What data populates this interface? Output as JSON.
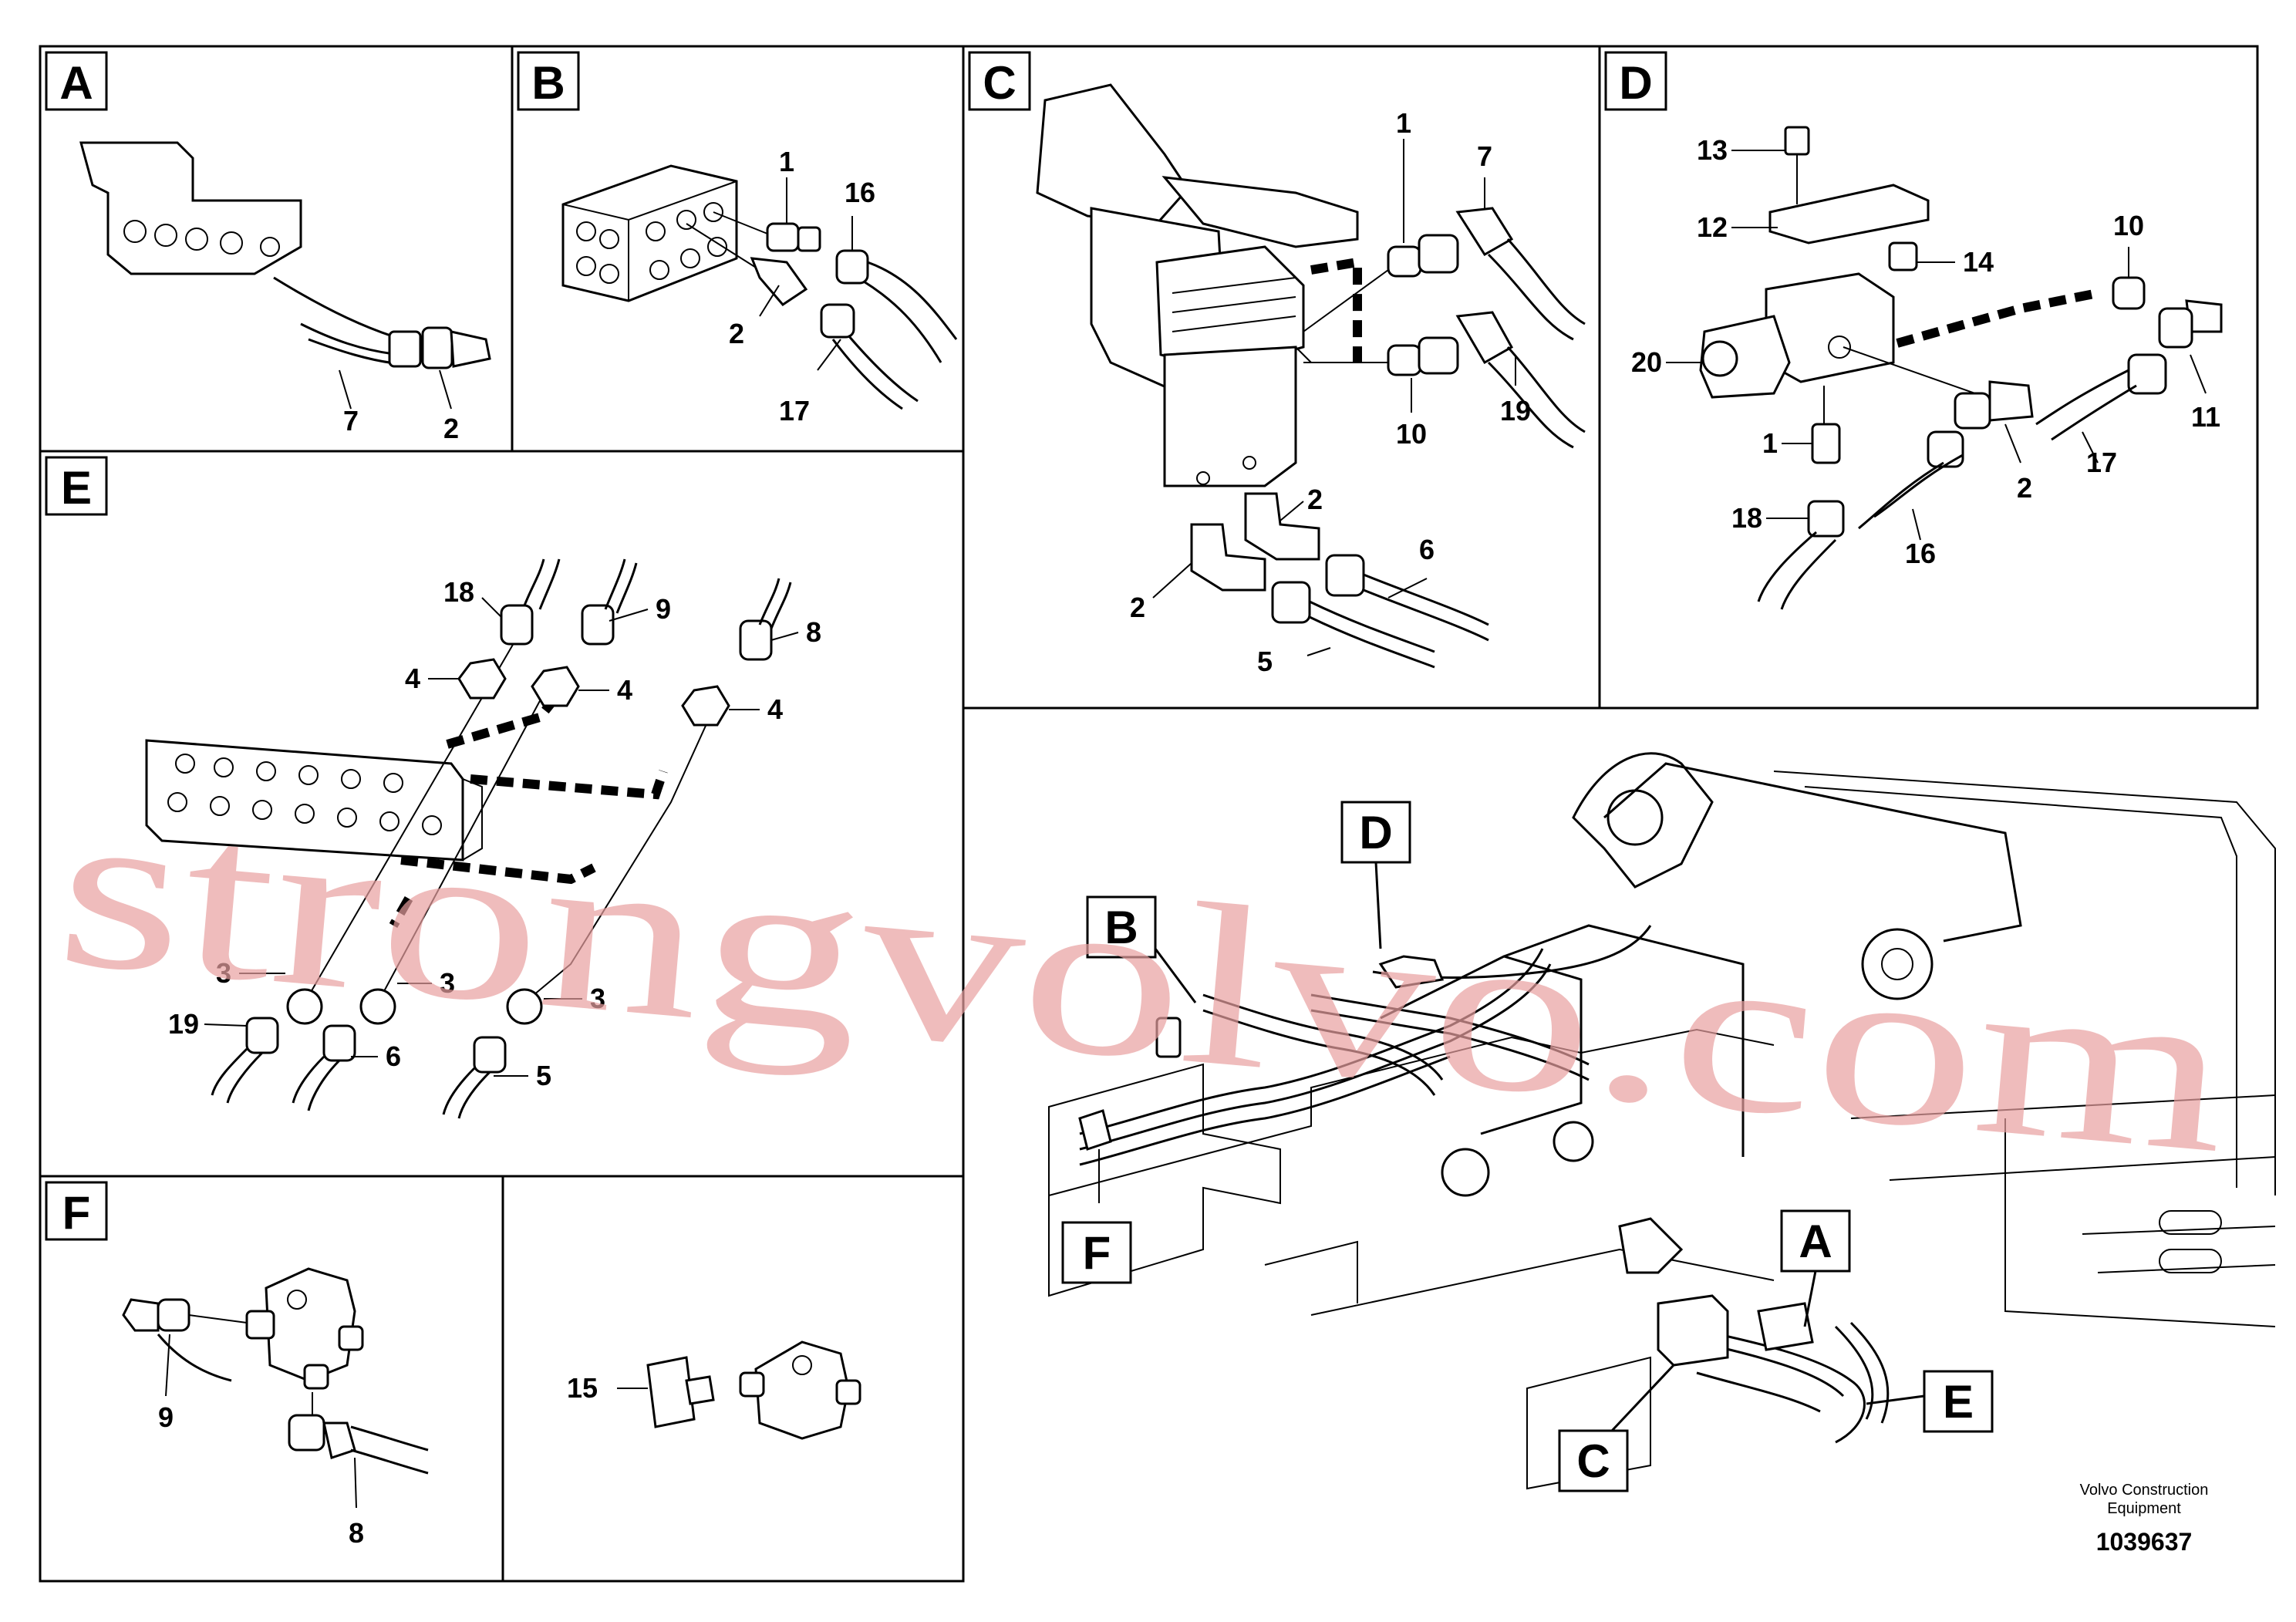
{
  "panels": {
    "A": {
      "tag": "A",
      "callouts": [
        "7",
        "2"
      ]
    },
    "B": {
      "tag": "B",
      "callouts": [
        "1",
        "16",
        "2",
        "17"
      ]
    },
    "C": {
      "tag": "C",
      "callouts": [
        "1",
        "7",
        "10",
        "19",
        "2",
        "6",
        "2",
        "5"
      ]
    },
    "D": {
      "tag": "D",
      "callouts": [
        "13",
        "12",
        "14",
        "10",
        "20",
        "11",
        "1",
        "17",
        "2",
        "18",
        "16"
      ]
    },
    "E": {
      "tag": "E",
      "callouts": [
        "18",
        "9",
        "8",
        "4",
        "4",
        "4",
        "3",
        "3",
        "3",
        "19",
        "6",
        "5"
      ]
    },
    "F": {
      "tag": "F",
      "callouts": [
        "9",
        "8"
      ]
    },
    "G": {
      "callouts": [
        "15"
      ]
    }
  },
  "overview": {
    "tags": [
      "D",
      "B",
      "F",
      "A",
      "E",
      "C"
    ]
  },
  "footer": {
    "maker_line1": "Volvo Construction",
    "maker_line2": "Equipment",
    "drawing_number": "1039637"
  },
  "watermark": "strongvolvo.com"
}
